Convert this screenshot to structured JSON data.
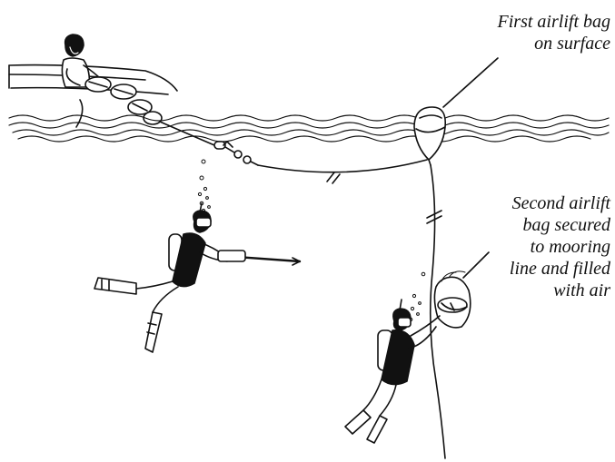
{
  "labels": {
    "first_bag": [
      "First airlift bag",
      "on surface"
    ],
    "second_bag": [
      "Second airlift",
      "bag secured",
      "to mooring",
      "line and filled",
      "with air"
    ]
  },
  "colors": {
    "ink": "#111111",
    "background": "#ffffff"
  }
}
